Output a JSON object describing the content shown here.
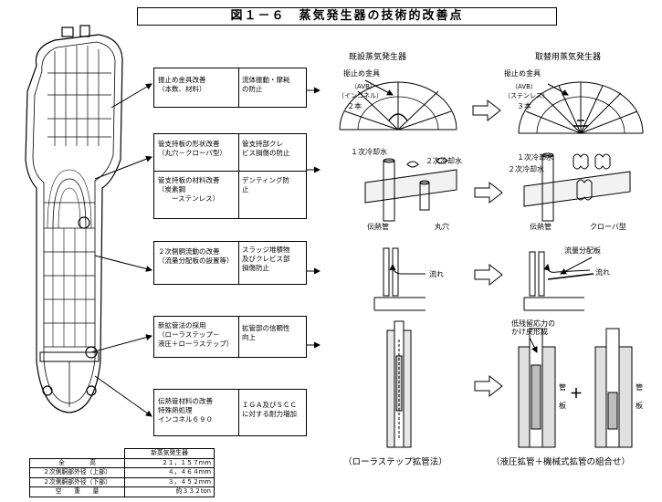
{
  "title": "図１－６　蒸気発生器の技術的改善点",
  "columns": {
    "existing": "既設蒸気発生器",
    "replacement": "取替用蒸気発生器"
  },
  "improvements": [
    {
      "item": "振止め金具改善\n（本数、材料）",
      "effect": "流体振動・摩耗\nの防止"
    },
    {
      "item": "管支持板の形状改善\n（丸穴－クローバ型）",
      "effect": "管支持部クレ\nビス損傷の防止"
    },
    {
      "item": "管支持板の材料改善\n（炭素鋼\n　　ーステンレス）",
      "effect": "デンティング防\n止"
    },
    {
      "item": "２次側胴流動の改善\n（流量分配板の設置等）",
      "effect": "スラッジ堆積物\n及びクレビス部\n損傷防止"
    },
    {
      "item": "新拡管法の採用\n（ローラステップ－\n液圧＋ローラステップ）",
      "effect": "拡管部の信頼性\n向上"
    },
    {
      "item": "伝熱管材料の改善\n特殊熱処理\nインコネル６９０",
      "effect": "ＩＧＡ及びＳＣＣ\nに対する耐力増加"
    }
  ],
  "labels": {
    "avb_left": "振止め金具",
    "avb_left_sub": "（AVB）",
    "avb_left_mat": "（インコネル）",
    "avb_left_count": "２本",
    "avb_right": "振止め金具",
    "avb_right_sub": "（AVB）",
    "avb_right_mat": "（ステンレス）",
    "avb_right_count": "３本",
    "primary_cooling": "１次冷却水",
    "secondary_cooling": "２次冷却水",
    "primary_cooling_r": "１次冷却水",
    "secondary_cooling_r": "２次冷却水",
    "tube_left": "伝熱管",
    "round_hole": "丸穴",
    "tube_right": "伝熱管",
    "clover": "クローバ型",
    "flow_left": "流れ",
    "flow_right": "流れ",
    "flow_plate": "流量分配板",
    "residual_stress": "低残留応力の\nかけ戻形成",
    "tube_char": "管",
    "plate_char": "板",
    "tube_char2": "管",
    "plate_char2": "板",
    "plus": "＋"
  },
  "captions": {
    "left": "（ローラステップ拡管法）",
    "right": "（液圧拡管＋機械式拡管の組合せ）"
  },
  "spec_table": {
    "header": "新蒸気発生器",
    "rows": [
      {
        "label": "全　　　　高",
        "value": "２１，１５７mm"
      },
      {
        "label": "２次側胴部外径（上部）",
        "value": "４，４６４mm"
      },
      {
        "label": "２次側胴部外径（下部）",
        "value": "３，４５２mm"
      },
      {
        "label": "空　　重　　量",
        "value": "約３３２ton"
      }
    ]
  }
}
